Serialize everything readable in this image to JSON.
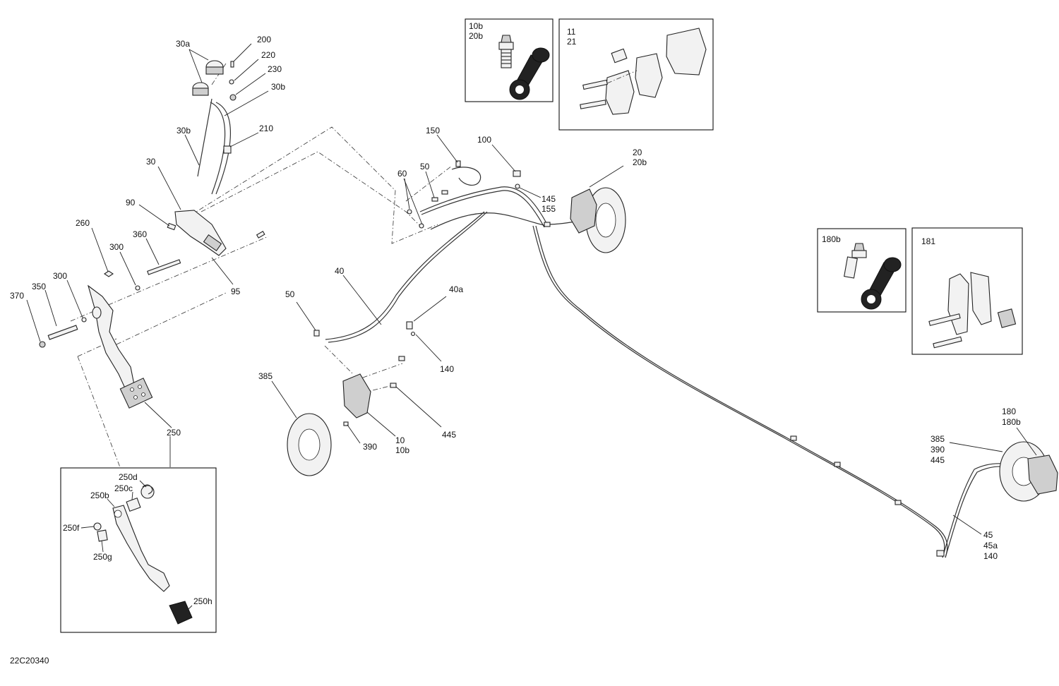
{
  "diagram_id": "22C20340",
  "labels": {
    "l_30a": "30a",
    "l_200": "200",
    "l_220": "220",
    "l_230": "230",
    "l_30b_top": "30b",
    "l_210": "210",
    "l_30b_mid": "30b",
    "l_30": "30",
    "l_90": "90",
    "l_260": "260",
    "l_360": "360",
    "l_300_a": "300",
    "l_300_b": "300",
    "l_350": "350",
    "l_370": "370",
    "l_95": "95",
    "l_250": "250",
    "l_150": "150",
    "l_100": "100",
    "l_60": "60",
    "l_50_top": "50",
    "l_20": "20",
    "l_20b": "20b",
    "l_145": "145",
    "l_155": "155",
    "l_40": "40",
    "l_50_mid": "50",
    "l_40a": "40a",
    "l_140": "140",
    "l_385": "385",
    "l_390": "390",
    "l_10": "10",
    "l_10b": "10b",
    "l_445": "445",
    "l_180": "180",
    "l_180b": "180b",
    "l_385r": "385",
    "l_390r": "390",
    "l_445r": "445",
    "l_45": "45",
    "l_45a": "45a",
    "l_140r": "140"
  },
  "insets": {
    "bleeder_front": {
      "line1": "10b",
      "line2": "20b"
    },
    "pads_front": {
      "line1": "11",
      "line2": "21"
    },
    "bleeder_rear": {
      "line1": "180b"
    },
    "pads_rear": {
      "line1": "181"
    },
    "pedal_detail": {
      "l_250d": "250d",
      "l_250c": "250c",
      "l_250b": "250b",
      "l_250f": "250f",
      "l_250g": "250g",
      "l_250h": "250h"
    }
  }
}
